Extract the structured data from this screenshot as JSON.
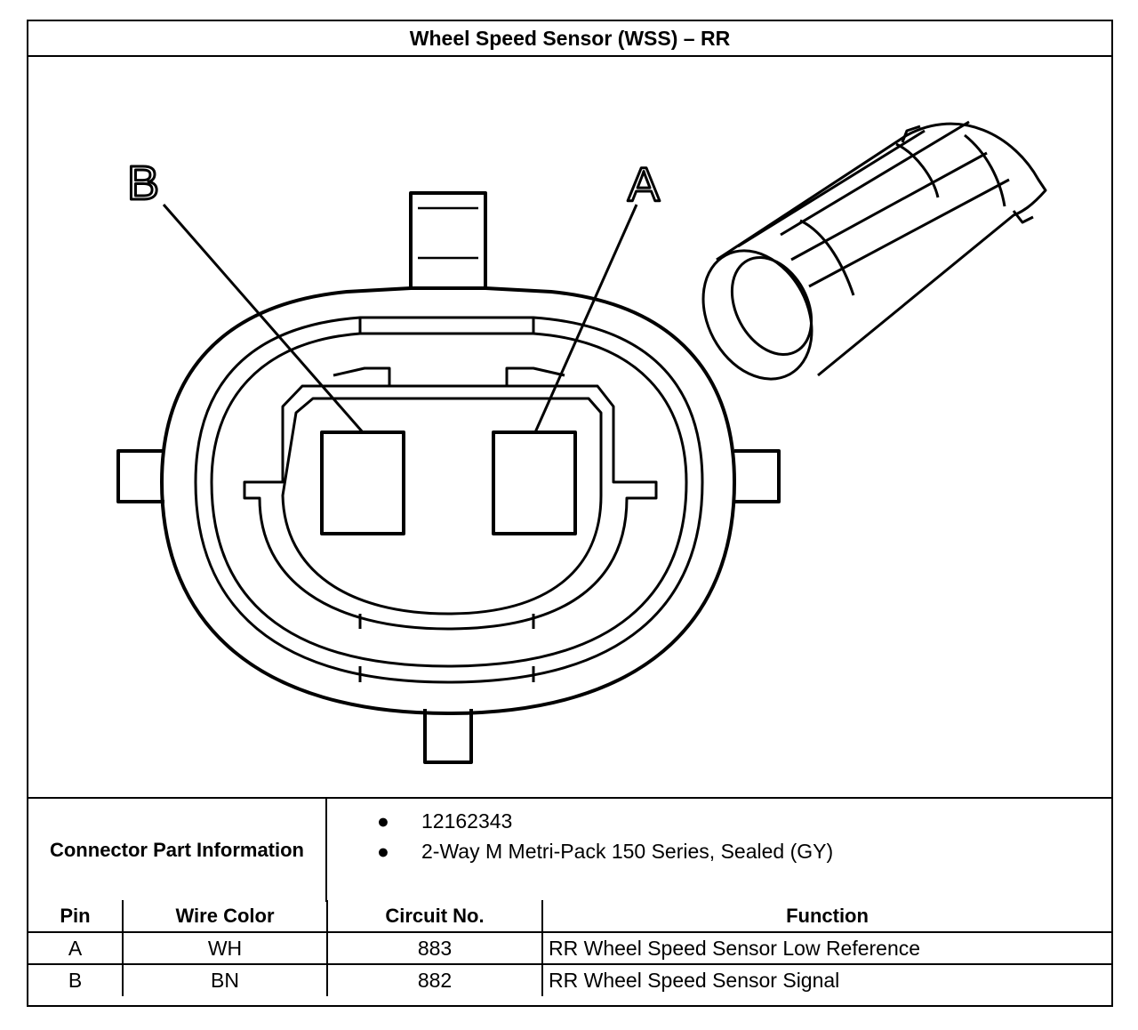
{
  "title": "Wheel Speed Sensor (WSS) – RR",
  "diagram": {
    "pin_labels": {
      "b": "B",
      "a": "A"
    }
  },
  "connector_info": {
    "label": "Connector Part Information",
    "items": [
      "12162343",
      "2-Way M Metri-Pack 150 Series, Sealed (GY)"
    ]
  },
  "pin_table": {
    "headers": {
      "pin": "Pin",
      "wire_color": "Wire Color",
      "circuit": "Circuit No.",
      "function": "Function"
    },
    "rows": [
      {
        "pin": "A",
        "wire_color": "WH",
        "circuit": "883",
        "function": "RR Wheel Speed Sensor Low Reference"
      },
      {
        "pin": "B",
        "wire_color": "BN",
        "circuit": "882",
        "function": "RR Wheel Speed Sensor Signal"
      }
    ]
  }
}
